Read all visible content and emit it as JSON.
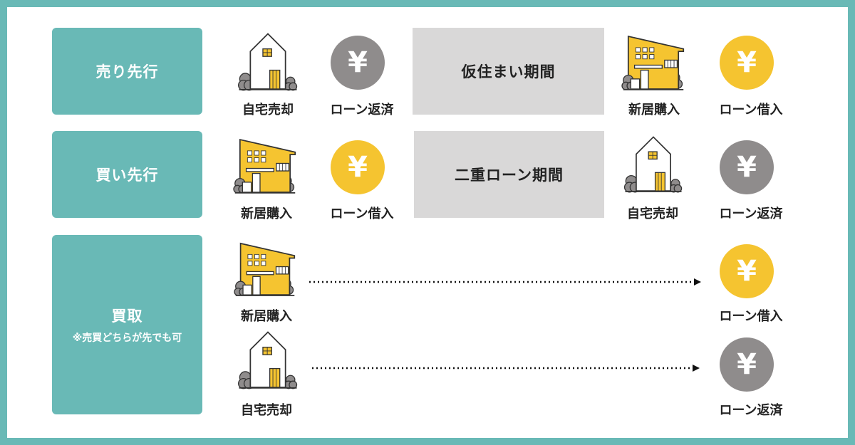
{
  "rows": {
    "sell_first": {
      "label": "売り先行",
      "step1": "自宅売却",
      "step2": "ローン返済",
      "period": "仮住まい期間",
      "step3": "新居購入",
      "step4": "ローン借入"
    },
    "buy_first": {
      "label": "買い先行",
      "step1": "新居購入",
      "step2": "ローン借入",
      "period": "二重ローン期間",
      "step3": "自宅売却",
      "step4": "ローン返済"
    },
    "buyout": {
      "label": "買取",
      "note": "※売買どちらが先でも可",
      "top_start": "新居購入",
      "top_end": "ローン借入",
      "bottom_start": "自宅売却",
      "bottom_end": "ローン返済"
    }
  },
  "yen_symbol": "¥",
  "colors": {
    "teal": "#69b9b6",
    "yellow": "#f5c430",
    "gray_coin": "#8f8c8c",
    "period_gray": "#d9d8d8"
  },
  "icons": {
    "white_house": "white-house-icon",
    "yellow_house": "yellow-house-icon",
    "yen_coin": "yen-coin-icon"
  }
}
